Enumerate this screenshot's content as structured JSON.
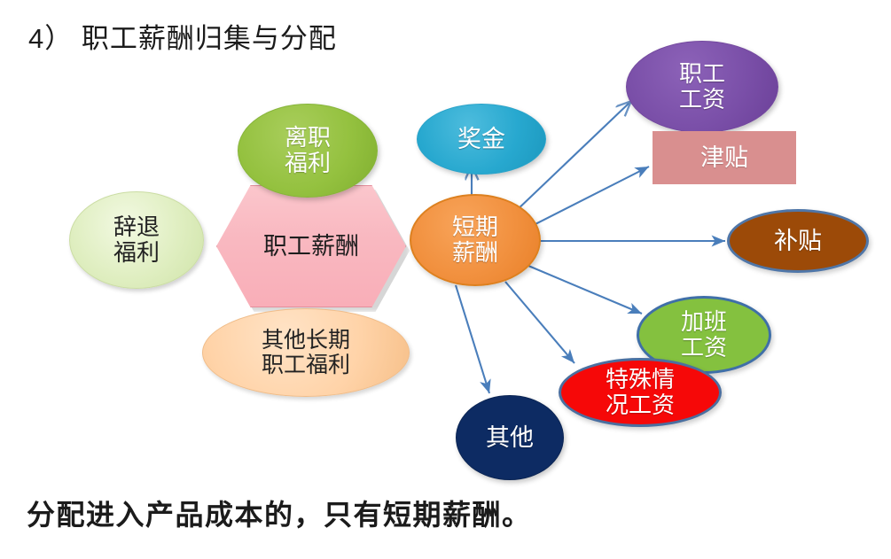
{
  "title": "4）  职工薪酬归集与分配",
  "footnote": "分配进入产品成本的，只有短期薪酬。",
  "colors": {
    "arrow": "#4a7ebb",
    "hexagon_fill": "#f9b9c1",
    "center_fill": "#f1903e",
    "jintie_fill": "#d98f8f",
    "butie_fill": "#9c4a08",
    "jiaban_fill": "#84c13f",
    "teshu_fill": "#f60808",
    "qita_fill": "#0d2b63",
    "zhigonggongzi_fill": "#7a4fa8",
    "jiangjin_fill": "#27a8cf",
    "lizhifuli_fill": "#94c13f",
    "cituifuli_fill": "#dfeec0",
    "qitachangqi_fill": "#ffd3a8"
  },
  "nodes": {
    "zhigongxinchou": {
      "label": "职工薪酬",
      "shape": "hexagon"
    },
    "cituifuli": {
      "label": "辞退\n福利",
      "shape": "ellipse"
    },
    "lizhifuli": {
      "label": "离职\n福利",
      "shape": "ellipse"
    },
    "qitachangqi": {
      "label": "其他长期\n职工福利",
      "shape": "ellipse"
    },
    "duanqixinchou": {
      "label": "短期\n薪酬",
      "shape": "ellipse"
    },
    "jiangjin": {
      "label": "奖金",
      "shape": "ellipse"
    },
    "zhigonggongzi": {
      "label": "职工\n工资",
      "shape": "ellipse"
    },
    "jintie": {
      "label": "津贴",
      "shape": "rectangle"
    },
    "butie": {
      "label": "补贴",
      "shape": "ellipse"
    },
    "jiabangongzi": {
      "label": "加班\n工资",
      "shape": "ellipse"
    },
    "teshuqingkuang": {
      "label": "特殊情\n况工资",
      "shape": "ellipse"
    },
    "qita": {
      "label": "其他",
      "shape": "ellipse"
    }
  },
  "edges": [
    {
      "from": "duanqixinchou",
      "to": "jiangjin"
    },
    {
      "from": "duanqixinchou",
      "to": "zhigonggongzi"
    },
    {
      "from": "duanqixinchou",
      "to": "jintie"
    },
    {
      "from": "duanqixinchou",
      "to": "butie"
    },
    {
      "from": "duanqixinchou",
      "to": "jiabangongzi"
    },
    {
      "from": "duanqixinchou",
      "to": "teshuqingkuang"
    },
    {
      "from": "duanqixinchou",
      "to": "qita"
    }
  ]
}
